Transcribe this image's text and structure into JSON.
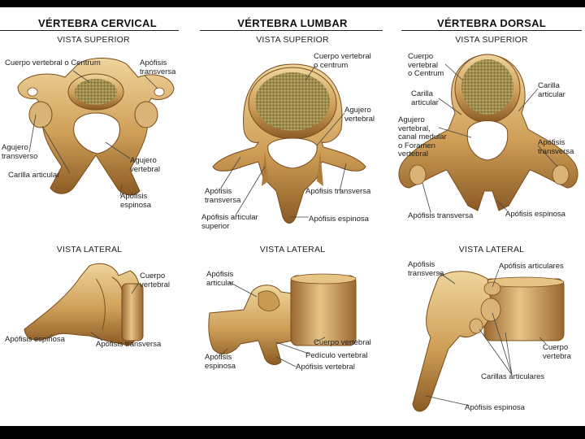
{
  "columns": [
    {
      "title": "VÉRTEBRA CERVICAL",
      "superior": "VISTA SUPERIOR",
      "lateral": "VISTA LATERAL"
    },
    {
      "title": "VÉRTEBRA LUMBAR",
      "superior": "VISTA SUPERIOR",
      "lateral": "VISTA LATERAL"
    },
    {
      "title": "VÉRTEBRA DORSAL",
      "superior": "VISTA SUPERIOR",
      "lateral": "VISTA LATERAL"
    }
  ],
  "labels": {
    "cervical_superior": {
      "cuerpo": "Cuerpo vertebral o Centrum",
      "apofisis_transversa": "Apófisis\ntransversa",
      "agujero_transverso": "Agujero\ntransverso",
      "agujero_vertebral": "Agujero\nvertebral",
      "carilla_articular": "Carilla articular",
      "apofisis_espinosa": "Apófisis\nespinosa"
    },
    "cervical_lateral": {
      "cuerpo": "Cuerpo\nvertebral",
      "apofisis_espinosa": "Apófisis espinosa",
      "apofisis_transversa": "Apófisis transversa"
    },
    "lumbar_superior": {
      "cuerpo": "Cuerpo vertebral\no centrum",
      "agujero_vertebral": "Agujero\nvertebral",
      "apofisis_transversa_left": "Apófisis\ntransversa",
      "apofisis_transversa_right": "Apófisis transversa",
      "apofisis_articular": "Apófisis articular\nsuperior",
      "apofisis_espinosa": "Apófisis espinosa"
    },
    "lumbar_lateral": {
      "apofisis_articular": "Apófisis\narticular",
      "cuerpo": "Cuerpo vertebral",
      "pediculo": "Pedículo vertebral",
      "apofisis_espinosa": "Apófisis\nespinosa",
      "apofisis_vertebral": "Apófisis vertebral"
    },
    "dorsal_superior": {
      "cuerpo": "Cuerpo\nvertebral\no Centrum",
      "carilla_left": "Carilla\narticular",
      "carilla_right": "Carilla\narticular",
      "agujero": "Agujero\nvertebral,\ncanal medular\no Foramen\nvertebral",
      "apofisis_transversa_right": "Apófisis\ntransversa",
      "apofisis_transversa_bottom": "Apófisis transversa",
      "apofisis_espinosa": "Apófisis espinosa"
    },
    "dorsal_lateral": {
      "apofisis_transversa": "Apófisis\ntransversa",
      "apofisis_articulares": "Apófisis articulares",
      "cuerpo": "Cuerpo\nvertebra",
      "carillas": "Carillas articulares",
      "apofisis_espinosa": "Apófisis espinosa"
    }
  },
  "colors": {
    "bone_light": "#e8c98a",
    "bone_mid": "#c99a52",
    "bone_dark": "#8a5a24",
    "spongy": "#b8a86a"
  }
}
